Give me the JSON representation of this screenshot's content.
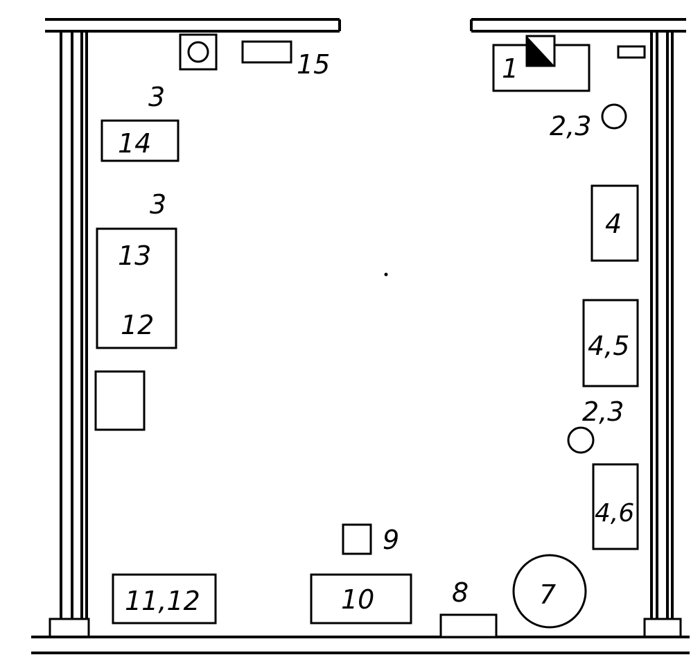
{
  "items": {
    "item_1": "1",
    "item_2_3_top": "2,3",
    "item_2_3_bottom": "2,3",
    "item_3_top": "3",
    "item_3_mid": "3",
    "item_4": "4",
    "item_4_5": "4,5",
    "item_4_6": "4,6",
    "item_7": "7",
    "item_8": "8",
    "item_9": "9",
    "item_10": "10",
    "item_11_12": "11,12",
    "item_12": "12",
    "item_13": "13",
    "item_14": "14",
    "item_15": "15"
  }
}
